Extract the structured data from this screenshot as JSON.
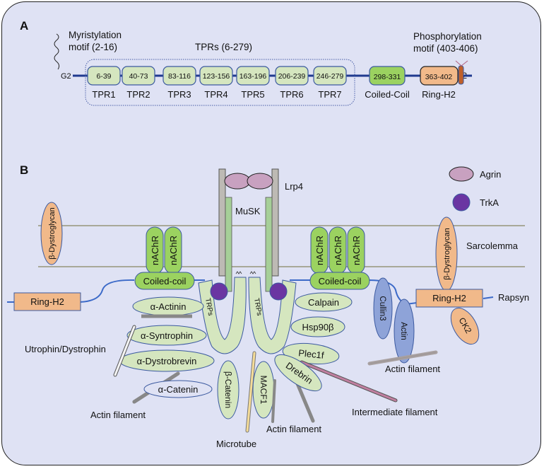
{
  "panel_a": {
    "label": "A",
    "myristylation": [
      "Myristylation",
      "motif (2-16)"
    ],
    "g2": "G2",
    "tprs_title": "TPRs (6-279)",
    "tprs": [
      {
        "range": "6-39",
        "name": "TPR1"
      },
      {
        "range": "40-73",
        "name": "TPR2"
      },
      {
        "range": "83-116",
        "name": "TPR3"
      },
      {
        "range": "123-156",
        "name": "TPR4"
      },
      {
        "range": "163-196",
        "name": "TPR5"
      },
      {
        "range": "206-239",
        "name": "TPR6"
      },
      {
        "range": "246-279",
        "name": "TPR7"
      }
    ],
    "coiled_coil": {
      "range": "298-331",
      "name": "Coiled-Coil"
    },
    "ring_h2": {
      "range": "363-402",
      "name": "Ring-H2"
    },
    "phosphorylation": [
      "Phosphorylation",
      "motif (403-406)"
    ],
    "end": "412"
  },
  "panel_b": {
    "label": "B",
    "legend": {
      "agrin": "Agrin",
      "trka": "TrkA"
    },
    "lrp4": "Lrp4",
    "musk": "MuSK",
    "sarcolemma": "Sarcolemma",
    "rapsyn": "Rapsyn",
    "nachr": "nAChR",
    "coiled_coil": "Coiled-coil",
    "ring_h2": "Ring-H2",
    "b_dystroglycan": "β-Dystroglycan",
    "trps": "TRPs",
    "left_partners": {
      "a_actinin": "α-Actinin",
      "a_syntrophin": "α-Syntrophin",
      "a_dystrobrevin": "α-Dystrobrevin",
      "a_catenin": "α-Catenin",
      "b_catenin": "β-Catenin",
      "utrophin": "Utrophin/Dystrophin",
      "actin_filament": "Actin filament"
    },
    "right_partners": {
      "calpain": "Calpain",
      "hsp90b": "Hsp90β",
      "plec1f": "Plec1f",
      "drebrin": "Drebrin",
      "macf1": "MACF1",
      "cullin3": "Cullin3",
      "actin": "Actin",
      "ck2": "CK2",
      "actin_filament": "Actin filament",
      "intermediate_filament": "Intermediate filament",
      "microtube": "Microtube"
    },
    "colors": {
      "tpr": "#d5e6bf",
      "coiled": "#9bd260",
      "ring": "#f1b98a",
      "agrin": "#c8a1c0",
      "trka": "#6a35a2",
      "musk": "#a6cf98",
      "lrp4": "#bdbab4",
      "blue_protein": "#8ea3d8"
    }
  }
}
